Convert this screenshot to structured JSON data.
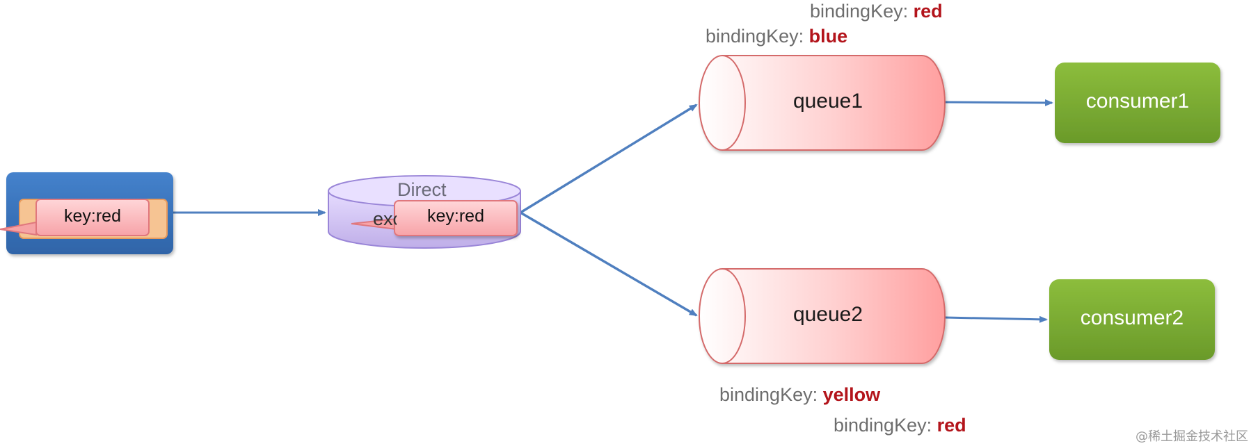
{
  "publisher": {
    "message_key": "key:red"
  },
  "exchange": {
    "type_label": "Direct",
    "name_label": "exchange",
    "message_key": "key:red"
  },
  "queues": [
    {
      "name": "queue1",
      "bindings": [
        {
          "prefix": "bindingKey: ",
          "value": "red"
        },
        {
          "prefix": "bindingKey: ",
          "value": "blue"
        }
      ]
    },
    {
      "name": "queue2",
      "bindings": [
        {
          "prefix": "bindingKey: ",
          "value": "yellow"
        },
        {
          "prefix": "bindingKey: ",
          "value": "red"
        }
      ]
    }
  ],
  "consumers": [
    {
      "name": "consumer1"
    },
    {
      "name": "consumer2"
    }
  ],
  "watermark": "@稀土掘金技术社区",
  "colors": {
    "publisher_box": "#3b74bd",
    "message": "#fbb4b8",
    "message_back": "#f6c493",
    "exchange": "#cdbef0",
    "queue": "#ffb0b0",
    "consumer": "#7aaa32",
    "arrow": "#4f7fbf",
    "binding_value": "#b3141b"
  }
}
